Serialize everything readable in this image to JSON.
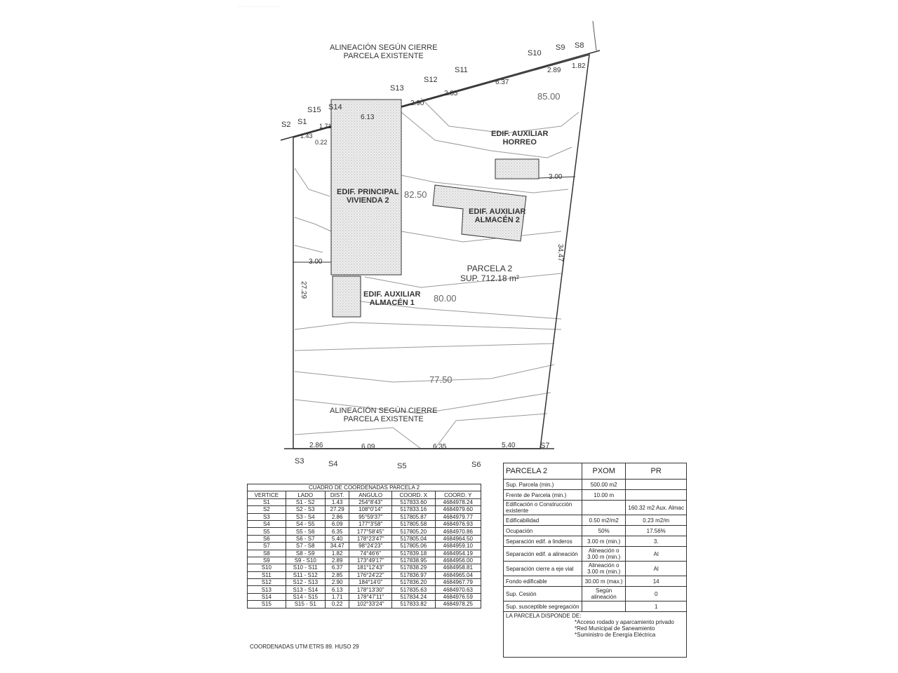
{
  "plan": {
    "top_alignment_label": [
      "ALINEACIÓN SEGÚN CIERRE",
      "PARCELA EXISTENTE"
    ],
    "bottom_alignment_label": [
      "ALINEACIÓN SEGÚN CIERRE",
      "PARCELA EXISTENTE"
    ],
    "vertices": {
      "S1": "S1",
      "S2": "S2",
      "S3": "S3",
      "S4": "S4",
      "S5": "S5",
      "S6": "S6",
      "S7": "S7",
      "S8": "S8",
      "S9": "S9",
      "S10": "S10",
      "S11": "S11",
      "S12": "S12",
      "S13": "S13",
      "S14": "S14",
      "S15": "S15"
    },
    "distances": {
      "d1": "1.43",
      "d2": "1.71",
      "d3": "0.22",
      "d4": "6.13",
      "d5": "2.90",
      "d6": "2.85",
      "d7": "6.37",
      "d8": "2.89",
      "d9": "1.82",
      "d10": "3.00",
      "d11": "34.47",
      "d12": "3.00",
      "d13": "27.29",
      "d14": "2.86",
      "d15": "6.09",
      "d16": "6.35",
      "d17": "5.40"
    },
    "contours": {
      "c85": "85.00",
      "c825": "82.50",
      "c80": "80.00",
      "c775": "77.50"
    },
    "buildings": {
      "principal": [
        "EDIF. PRINCIPAL",
        "VIVIENDA 2"
      ],
      "horreo": [
        "EDIF. AUXILIAR",
        "HORREO"
      ],
      "almacen2": [
        "EDIF. AUXILIAR",
        "ALMACÉN 2"
      ],
      "almacen1": [
        "EDIF. AUXILIAR",
        "ALMACÉN 1"
      ]
    },
    "parcel": [
      "PARCELA 2",
      "SUP. 712.18 m²"
    ]
  },
  "coords_table": {
    "title": "CUADRO DE COORDENADAS PARCELA 2",
    "headers": [
      "VERTICE",
      "LADO",
      "DIST.",
      "ANGULO",
      "COORD. X",
      "COORD. Y"
    ],
    "rows": [
      [
        "S1",
        "S1 - S2",
        "1.43",
        "254°8'43\"",
        "517833.60",
        "4684978.24"
      ],
      [
        "S2",
        "S2 - S3",
        "27.29",
        "108°0'14\"",
        "517833.16",
        "4684979.60"
      ],
      [
        "S3",
        "S3 - S4",
        "2.86",
        "95°59'37\"",
        "517805.87",
        "4684979.77"
      ],
      [
        "S4",
        "S4 - S5",
        "6.09",
        "177°3'58\"",
        "517805.58",
        "4684976.93"
      ],
      [
        "S5",
        "S5 - S6",
        "6.35",
        "177°58'45\"",
        "517805.20",
        "4684970.86"
      ],
      [
        "S6",
        "S6 - S7",
        "5.40",
        "178°23'47\"",
        "517805.04",
        "4684964.50"
      ],
      [
        "S7",
        "S7 - S8",
        "34.47",
        "98°24'23\"",
        "517805.06",
        "4684959.10"
      ],
      [
        "S8",
        "S8 - S9",
        "1.82",
        "74°46'6\"",
        "517839.18",
        "4684954.19"
      ],
      [
        "S9",
        "S9 - S10",
        "2.89",
        "173°49'17\"",
        "517838.95",
        "4684956.00"
      ],
      [
        "S10",
        "S10 - S11",
        "6.37",
        "181°12'43\"",
        "517838.29",
        "4684958.81"
      ],
      [
        "S11",
        "S11 - S12",
        "2.85",
        "176°24'22\"",
        "517836.97",
        "4684965.04"
      ],
      [
        "S12",
        "S12 - S13",
        "2.90",
        "184°14'0\"",
        "517836.20",
        "4684967.79"
      ],
      [
        "S13",
        "S13 - S14",
        "6.13",
        "178°13'30\"",
        "517835.63",
        "4684970.63"
      ],
      [
        "S14",
        "S14 - S15",
        "1.71",
        "178°47'11\"",
        "517834.24",
        "4684976.59"
      ],
      [
        "S15",
        "S15 - S1",
        "0.22",
        "102°33'24\"",
        "517833.82",
        "4684978.25"
      ]
    ],
    "footer": "COORDENADAS UTM ETRS 89. HUSO 29"
  },
  "params_table": {
    "headers": [
      "PARCELA 2",
      "PXOM",
      "PR"
    ],
    "rows": [
      [
        "Sup. Parcela (min.)",
        "500.00 m2",
        ""
      ],
      [
        "Frente de Parcela (min.)",
        "10.00 m",
        ""
      ],
      [
        "Edificación o Construcción existente",
        "",
        "160.32 m2 Aux. Almac"
      ],
      [
        "Edificabilidad",
        "0.50 m2/m2",
        "0.23 m2/m"
      ],
      [
        "Ocupación",
        "50%",
        "17.56%"
      ],
      [
        "Separación edif. a linderos",
        "3.00 m (min.)",
        "3."
      ],
      [
        "Separación edif. a alineación",
        "Alineación o 3.00 m (min.)",
        "Al"
      ],
      [
        "Separación cierre a eje vial",
        "Alineación o 3.00 m (min.)",
        "Al"
      ],
      [
        "Fondo edificable",
        "30.00 m (max.)",
        "14"
      ],
      [
        "Sup. Cesión",
        "Según alineación",
        "0"
      ],
      [
        "Sup. susceptible segregación",
        "",
        "1"
      ]
    ],
    "services_title": "LA PARCELA DISPONDE DE:",
    "services": [
      "*Acceso rodado y aparcamiento privado",
      "*Red Municipal de Saneamiento",
      "*Suministro de Energía Eléctrica"
    ]
  }
}
